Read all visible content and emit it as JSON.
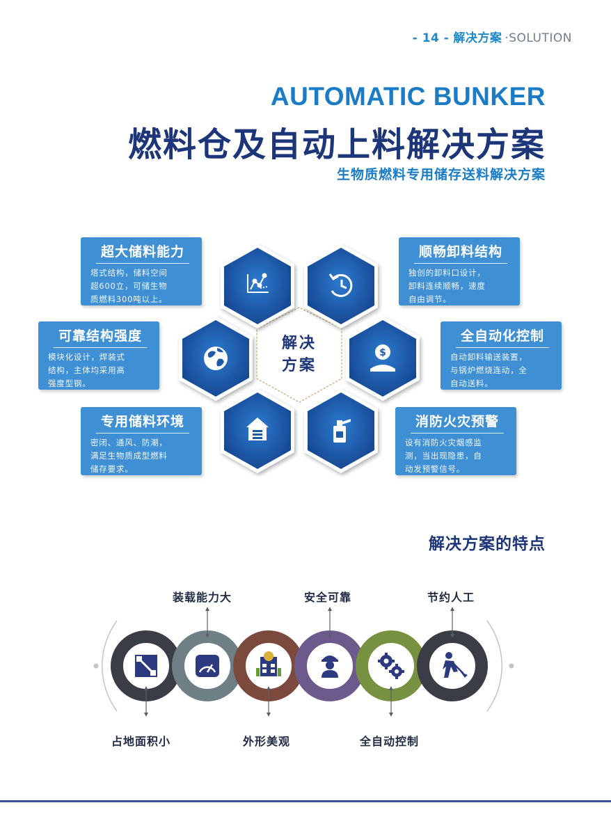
{
  "header": {
    "page_number": "- 14 -",
    "section_cn": "解决方案",
    "section_en": "·SOLUTION"
  },
  "title": {
    "english": "AUTOMATIC BUNKER",
    "chinese": "燃料仓及自动上料解决方案",
    "subtitle": "生物质燃料专用储存送料解决方案"
  },
  "center_label": {
    "line1": "解决",
    "line2": "方案"
  },
  "features": {
    "storage_capacity": {
      "title": "超大储料能力",
      "desc": [
        "塔式结构，储料空间",
        "超600立，可储生物",
        "质燃料300吨以上。"
      ]
    },
    "structural_strength": {
      "title": "可靠结构强度",
      "desc": [
        "模块化设计，焊装式",
        "结构，主体均采用高",
        "强度型钢。"
      ]
    },
    "storage_environment": {
      "title": "专用储料环境",
      "desc": [
        "密闭、通风、防潮，",
        "满足生物质成型燃料",
        "储存要求。"
      ]
    },
    "unloading_structure": {
      "title": "顺畅卸料结构",
      "desc": [
        "独创的卸料口设计，",
        "卸料连续顺畅，速度",
        "自由调节。"
      ]
    },
    "automation_control": {
      "title": "全自动化控制",
      "desc": [
        "自动卸料输送装置，",
        "与锅炉燃烧连动，全",
        "自动送料。"
      ]
    },
    "fire_warning": {
      "title": "消防火灾预警",
      "desc": [
        "设有消防火灾烟感监",
        "测，当出现隐患，自",
        "动发预警信号。"
      ]
    }
  },
  "hex_icons": [
    "chart-icon",
    "history-icon",
    "globe-icon",
    "money-person-icon",
    "house-icon",
    "fire-extinguisher-icon"
  ],
  "section2": {
    "heading": "解决方案的特点"
  },
  "chain": {
    "top_labels": [
      "装载能力大",
      "安全可靠",
      "节约人工"
    ],
    "bottom_labels": [
      "占地面积小",
      "外形美观",
      "全自动控制"
    ],
    "ring_colors": [
      "#3a3d45",
      "#6f7f86",
      "#7c4a3d",
      "#6d5a8c",
      "#76913f",
      "#3a3d45"
    ],
    "icons": [
      "area-icon",
      "gauge-icon",
      "building-icon",
      "worker-icon",
      "gears-icon",
      "labor-icon"
    ]
  },
  "colors": {
    "dark_blue": "#1d3579",
    "accent_blue": "#1a7cc6",
    "box_blue": "#3f8fd4"
  }
}
